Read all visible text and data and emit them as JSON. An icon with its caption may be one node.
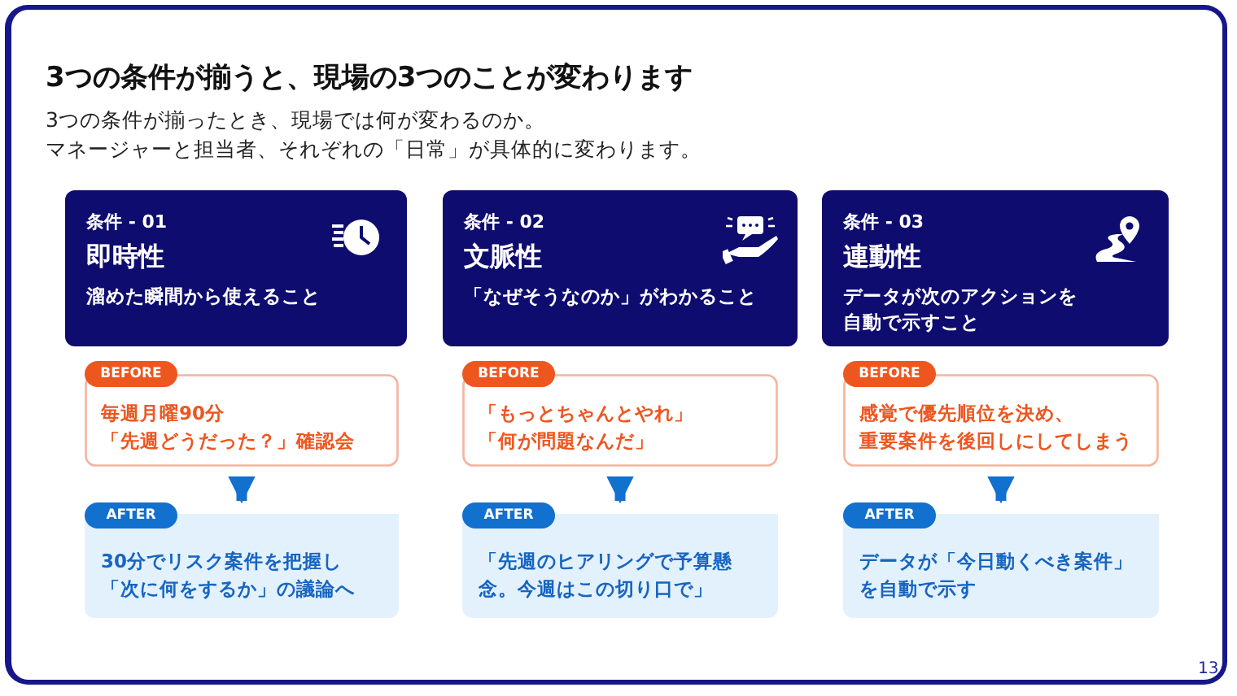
{
  "diagram": {
    "title": "3つの条件が揃うと、現場の3つのことが変わります",
    "nodes": [
      {
        "text": [
          "条件 - 01",
          "即時性",
          "溜めた瞬間から使えること"
        ]
      },
      {
        "text": [
          "条件 - 02",
          "文脈性",
          "「なぜそうなのか」がわかること"
        ]
      },
      {
        "text": [
          "条件 - 03",
          "連動性",
          "データが次のアクションを自動で示すこと"
        ]
      },
      {
        "text": [
          "BEFORE",
          "毎週月曜90分「先週どうだった？」確認会"
        ]
      },
      {
        "text": [
          "BEFORE",
          "「もっとちゃんとやれ」「何が問題なんだ」"
        ]
      },
      {
        "text": [
          "BEFORE",
          "感覚で優先順位を決め、重要案件を後回しにしてしまう"
        ]
      },
      {
        "text": [
          "AFTER",
          "30分でリスク案件を把握し「次に何をするか」の議論へ"
        ]
      },
      {
        "text": [
          "AFTER",
          "「先週のヒアリングで予算懸念。今週はこの切り口で」"
        ]
      },
      {
        "text": [
          "AFTER",
          "データが「今日動くべき案件」を自動で示す"
        ]
      }
    ],
    "edges": [
      {
        "from": 3,
        "to": 6,
        "arrow": "to"
      },
      {
        "from": 4,
        "to": 7,
        "arrow": "to"
      },
      {
        "from": 5,
        "to": 8,
        "arrow": "to"
      }
    ],
    "labels": [
      "3つの条件が揃ったとき、現場では何が変わるのか。",
      "マネージャーと担当者、それぞれの「日常」が具体的に変わります。",
      "13"
    ]
  }
}
